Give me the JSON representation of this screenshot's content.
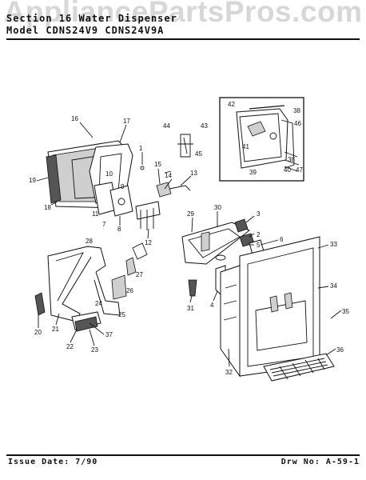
{
  "watermark": "AppliancePartsPros.com",
  "header": {
    "section": "Section 16  Water Dispenser",
    "model": "Model  CDNS24V9  CDNS24V9A"
  },
  "footer": {
    "issue_date": "Issue Date: 7/90",
    "drawing_no": "Drw No: A-59-1"
  },
  "callouts": [
    "1",
    "2",
    "3",
    "4",
    "5",
    "6",
    "7",
    "8",
    "9",
    "10",
    "11",
    "12",
    "13",
    "14",
    "15",
    "16",
    "17",
    "18",
    "19",
    "20",
    "21",
    "22",
    "23",
    "24",
    "25",
    "26",
    "27",
    "28",
    "29",
    "30",
    "31",
    "32",
    "33",
    "34",
    "35",
    "36",
    "37",
    "38",
    "39",
    "40",
    "41",
    "42",
    "43",
    "44",
    "45",
    "46",
    "47"
  ]
}
